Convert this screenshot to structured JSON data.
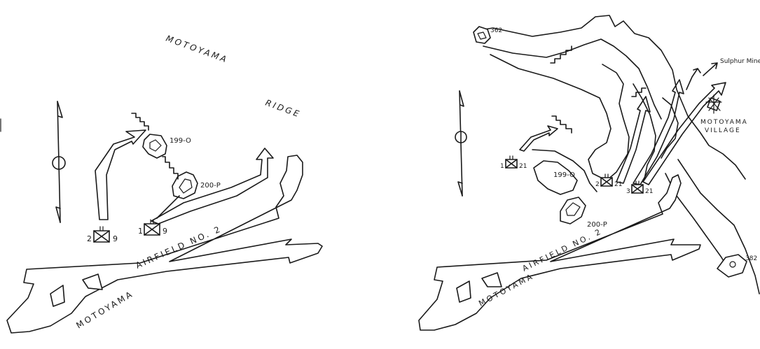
{
  "left_map": {
    "ridge_label_1": "MOTOYAMA",
    "ridge_label_2": "RIDGE",
    "airfield_label_1": "MOTOYAMA",
    "airfield_label_2": "AIRFIELD NO. 2",
    "hill_199": "199-O",
    "hill_200": "200-P",
    "unit_a_number": "2",
    "unit_a_regiment": "9",
    "unit_b_number": "1",
    "unit_b_regiment": "9"
  },
  "right_map": {
    "village_label_1": "MOTOYAMA",
    "village_label_2": "VILLAGE",
    "mine_label": "Sulphur Mine",
    "airfield_label_1": "MOTOYAMA",
    "airfield_label_2": "AIRFIELD NO. 2",
    "hill_362": "362",
    "hill_382": "382",
    "hill_199": "199-O",
    "hill_200": "200-P",
    "unit_1_number": "1",
    "unit_1_regiment": "21",
    "unit_2_number": "2",
    "unit_2_regiment": "21",
    "unit_3_number": "3",
    "unit_3_regiment": "21"
  },
  "icons": {
    "north_arrow": "north-arrow-icon",
    "unit_symbol": "infantry-battalion-icon",
    "attack_arrow": "attack-arrow-icon",
    "defense_line": "defense-line-icon",
    "village": "village-icon"
  }
}
